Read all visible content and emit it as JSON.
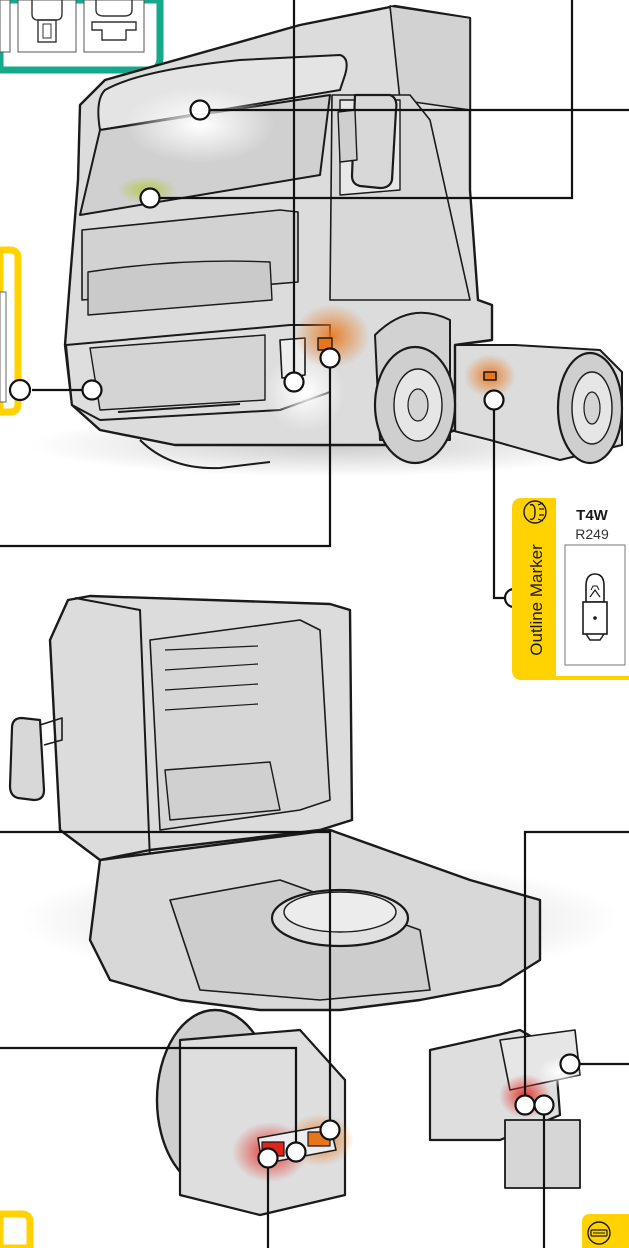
{
  "colors": {
    "callout_yellow": "#ffd200",
    "callout_teal": "#14a98b",
    "leader_line": "#111111",
    "truck_body": "#dcdcdc",
    "truck_outline": "#1a1a1a",
    "glow_amber": "#e8751a",
    "glow_red": "#e2231a",
    "glow_green": "#b4c84a",
    "glow_white": "#ffffff"
  },
  "outline_marker_card": {
    "title": "Outline Marker",
    "bulb_type": "T4W",
    "bulb_code": "R249",
    "function_icon": "outline-marker-lamp-icon",
    "bulb_icon": "t4w-bulb-icon"
  },
  "partial_cards": {
    "top_left_teal_icons": [
      "h7-bulb-icon",
      "h4-bulb-icon"
    ],
    "bottom_right_icon": "reversing-lamp-icon"
  },
  "hotspots": {
    "front_truck": [
      "roof-interior-light",
      "sun-visor-marker",
      "side-indicator",
      "fog-lamp",
      "headlamp",
      "front-indicator",
      "side-marker"
    ],
    "rear_truck": [
      "rear-tail-lamp",
      "rear-stop-lamp",
      "rear-indicator",
      "reversing-lamp",
      "number-plate-lamp",
      "rear-fog-lamp"
    ]
  }
}
